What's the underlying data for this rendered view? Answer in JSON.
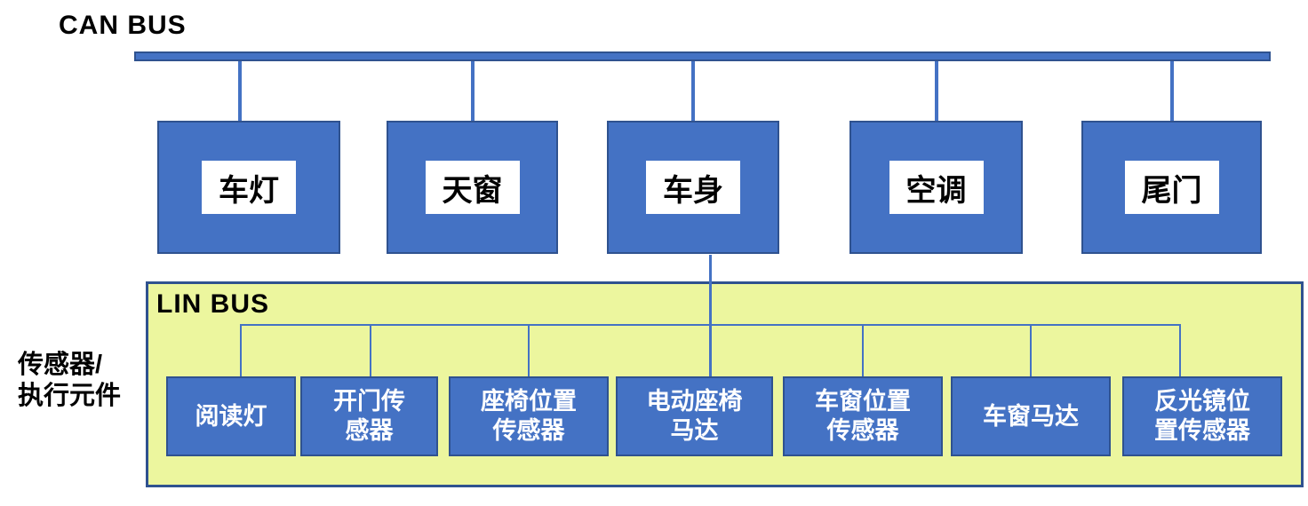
{
  "title": "CAN BUS",
  "lin_title": "LIN BUS",
  "side_label": {
    "line1": "传感器/",
    "line2": "执行元件"
  },
  "can_nodes": [
    {
      "label": "车灯"
    },
    {
      "label": "天窗"
    },
    {
      "label": "车身"
    },
    {
      "label": "空调"
    },
    {
      "label": "尾门"
    }
  ],
  "lin_nodes": [
    {
      "label": "阅读灯",
      "line1": "阅读灯",
      "line2": ""
    },
    {
      "label": "开门传感器",
      "line1": "开门传",
      "line2": "感器"
    },
    {
      "label": "座椅位置传感器",
      "line1": "座椅位置",
      "line2": "传感器"
    },
    {
      "label": "电动座椅马达",
      "line1": "电动座椅",
      "line2": "马达"
    },
    {
      "label": "车窗位置传感器",
      "line1": "车窗位置",
      "line2": "传感器"
    },
    {
      "label": "车窗马达",
      "line1": "车窗马达",
      "line2": ""
    },
    {
      "label": "反光镜位置传感器",
      "line1": "反光镜位",
      "line2": "置传感器"
    }
  ],
  "colors": {
    "node_fill": "#4472C4",
    "node_border": "#2F528F",
    "panel_fill": "#ECF69E",
    "connector": "#4472C4",
    "text_dark": "#000000",
    "text_light": "#FFFFFF"
  }
}
